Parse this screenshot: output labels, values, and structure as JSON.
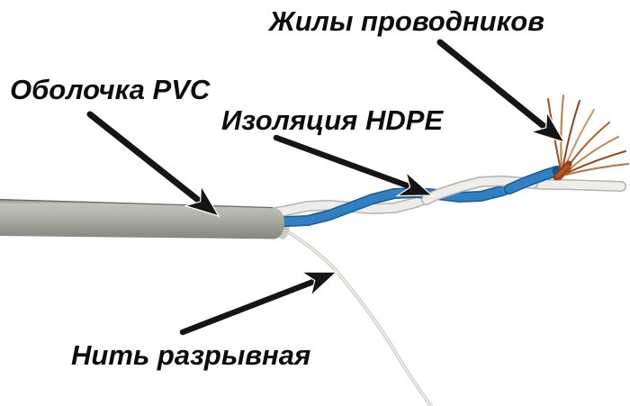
{
  "diagram": {
    "subject": "twisted-pair-cable-construction",
    "labels": {
      "conductors": "Жилы проводников",
      "sheath": "Оболочка PVC",
      "insulation": "Изоляция HDPE",
      "ripcord": "Нить разрывная"
    },
    "callouts": [
      {
        "label": "Жилы проводников",
        "points_to": "copper-strands"
      },
      {
        "label": "Оболочка PVC",
        "points_to": "cable-sheath"
      },
      {
        "label": "Изоляция HDPE",
        "points_to": "twisted-insulated-wires"
      },
      {
        "label": "Нить разрывная",
        "points_to": "ripcord-thread"
      }
    ],
    "colors": {
      "background": "#ffffff",
      "text": "#0d0d0d",
      "arrow": "#151515",
      "sheath_gray": "#b2b4ac",
      "sheath_edge": "#5c5e58",
      "wire_blue": "#2f81c4",
      "wire_blue_dark": "#1c5a94",
      "wire_white": "#edece8",
      "wire_white_edge": "#b5b5af",
      "copper": "#b05a24",
      "copper_dark": "#8a3c12",
      "ripcord_thread": "#d2d2cc"
    }
  }
}
